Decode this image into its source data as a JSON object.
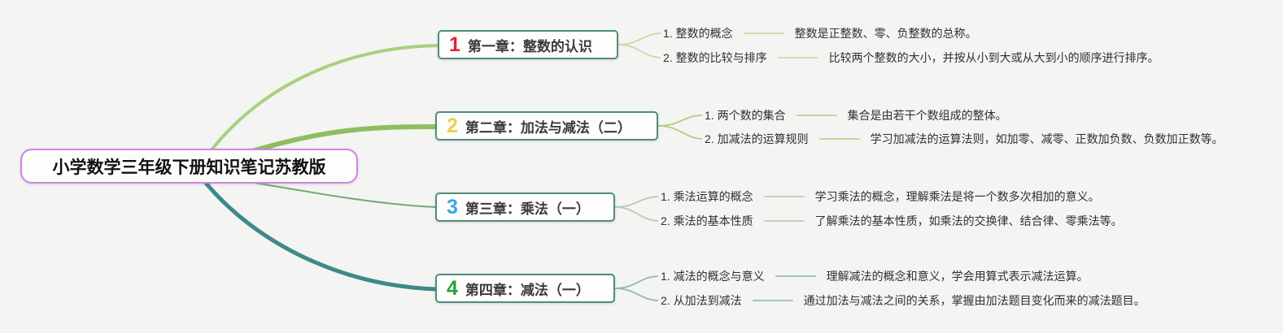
{
  "page": {
    "background_color": "#f4f4f2",
    "chapter_box_border_color": "#4f8d7b"
  },
  "root": {
    "label": "小学数学三年级下册知识笔记苏教版",
    "border_color": "#cf85e6"
  },
  "chapters": [
    {
      "number": "1",
      "number_color": "#e02639",
      "title": "第一章：整数的认识",
      "branch_color": "#a9cf80",
      "fan_color": "#ccd9a0",
      "line_color": "#d4dcaa",
      "items": [
        {
          "label": "1. 整数的概念",
          "desc": "整数是正整数、零、负整数的总称。"
        },
        {
          "label": "2. 整数的比较与排序",
          "desc": "比较两个整数的大小，并按从小到大或从大到小的顺序进行排序。"
        }
      ]
    },
    {
      "number": "2",
      "number_color": "#f0cf4c",
      "title": "第二章：加法与减法（二）",
      "branch_color": "#8fbe5f",
      "fan_color": "#b3cc85",
      "line_color": "#c2d69c",
      "items": [
        {
          "label": "1. 两个数的集合",
          "desc": "集合是由若干个数组成的整体。"
        },
        {
          "label": "2. 加减法的运算规则",
          "desc": "学习加减法的运算法则，如加零、减零、正数加负数、负数加正数等。"
        }
      ]
    },
    {
      "number": "3",
      "number_color": "#3ba5e9",
      "title": "第三章：乘法（一）",
      "branch_color": "#74a877",
      "fan_color": "#afcdb4",
      "line_color": "#bdd5c0",
      "items": [
        {
          "label": "1. 乘法运算的概念",
          "desc": "学习乘法的概念，理解乘法是将一个数多次相加的意义。"
        },
        {
          "label": "2. 乘法的基本性质",
          "desc": "了解乘法的基本性质，如乘法的交换律、结合律、零乘法等。"
        }
      ]
    },
    {
      "number": "4",
      "number_color": "#27a23d",
      "title": "第四章：减法（一）",
      "branch_color": "#3d8a86",
      "fan_color": "#8fb7ba",
      "line_color": "#a3c3c6",
      "items": [
        {
          "label": "1. 减法的概念与意义",
          "desc": "理解减法的概念和意义，学会用算式表示减法运算。"
        },
        {
          "label": "2. 从加法到减法",
          "desc": "通过加法与减法之间的关系，掌握由加法题目变化而来的减法题目。"
        }
      ]
    }
  ]
}
